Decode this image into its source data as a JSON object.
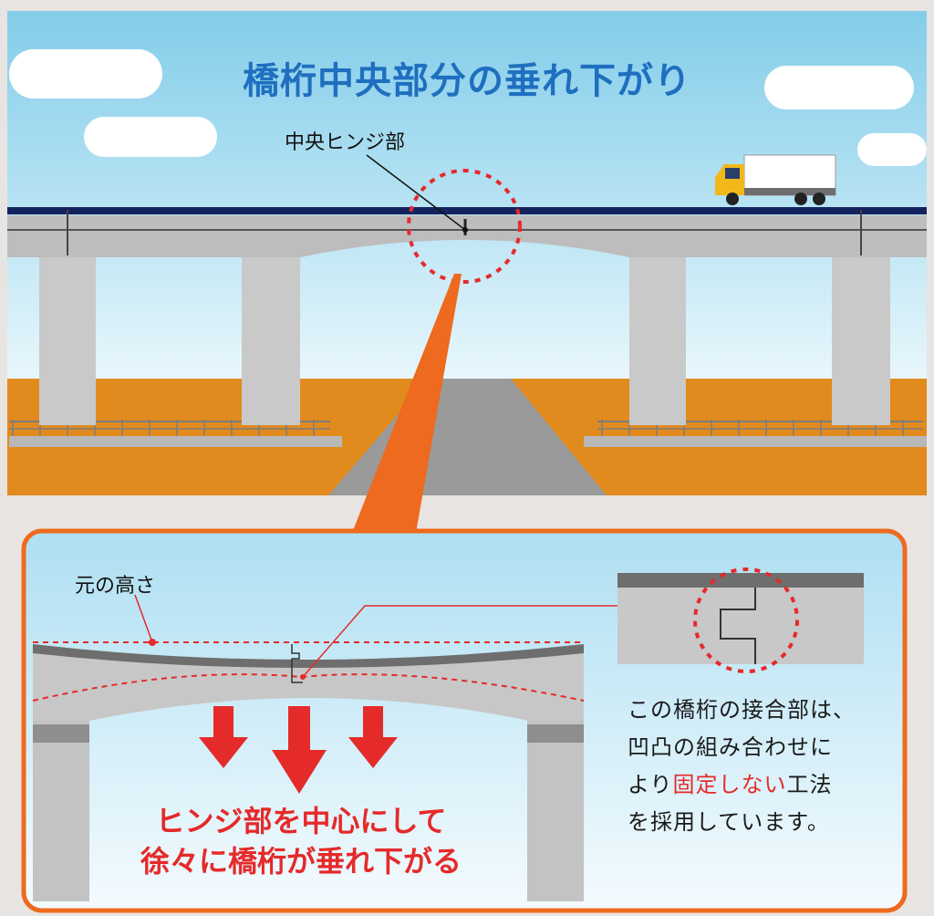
{
  "title": "橋桁中央部分の垂れ下がり",
  "labels": {
    "hinge": "中央ヒンジ部",
    "original_height": "元の高さ"
  },
  "bottom_text": {
    "line1": "ヒンジ部を中心にして",
    "line2": "徐々に橋桁が垂れ下がる"
  },
  "explanation": {
    "line1": "この橋桁の接合部は、",
    "line2": "凹凸の組み合わせに",
    "line3_prefix": "より",
    "line3_highlight": "固定しない",
    "line3_suffix": "工法",
    "line4": "を採用しています。"
  },
  "colors": {
    "sky": "#8fd0ea",
    "ground": "#e18a1e",
    "accent_orange": "#ee6a1e",
    "highlight_red": "#e52a2a",
    "title_blue": "#1f6fc0",
    "deck_navy": "#14235e"
  },
  "icons": [
    "truck-icon",
    "cloud-icon",
    "down-arrow-icon"
  ]
}
